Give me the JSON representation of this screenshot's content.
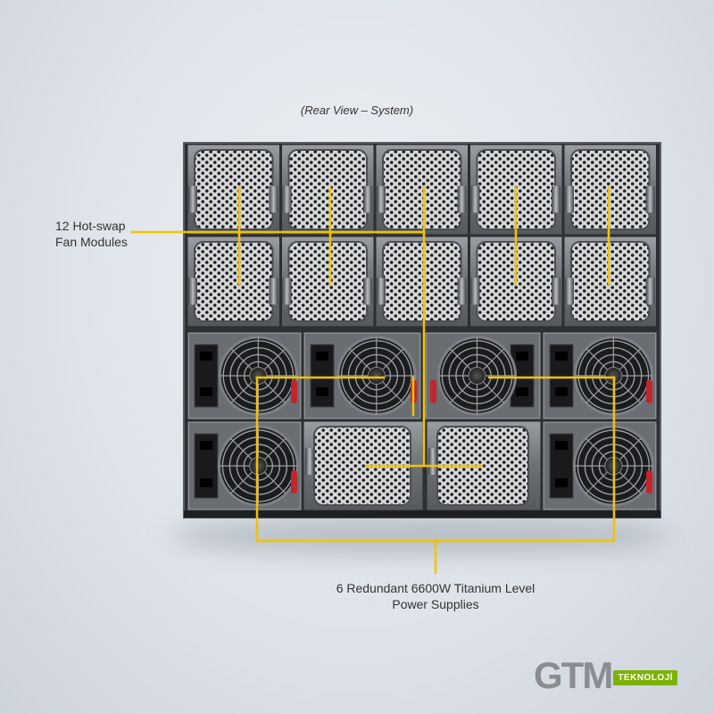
{
  "view_title": "(Rear View – System)",
  "labels": {
    "fan_line1": "12 Hot-swap",
    "fan_line2": "Fan Modules",
    "psu_line1": "6 Redundant 6600W Titanium Level",
    "psu_line2": "Power Supplies"
  },
  "brand": {
    "name": "GTM",
    "tag": "TEKNOLOJİ"
  },
  "colors": {
    "callout": "#f2c300",
    "chassis": "#3a3d42",
    "psu_handle": "#c0262b",
    "brand_accent": "#7cb300"
  },
  "hardware": {
    "fan_rows": 2,
    "fans_per_row": 5,
    "psu_count": 6,
    "visible_fan_count": 12
  }
}
